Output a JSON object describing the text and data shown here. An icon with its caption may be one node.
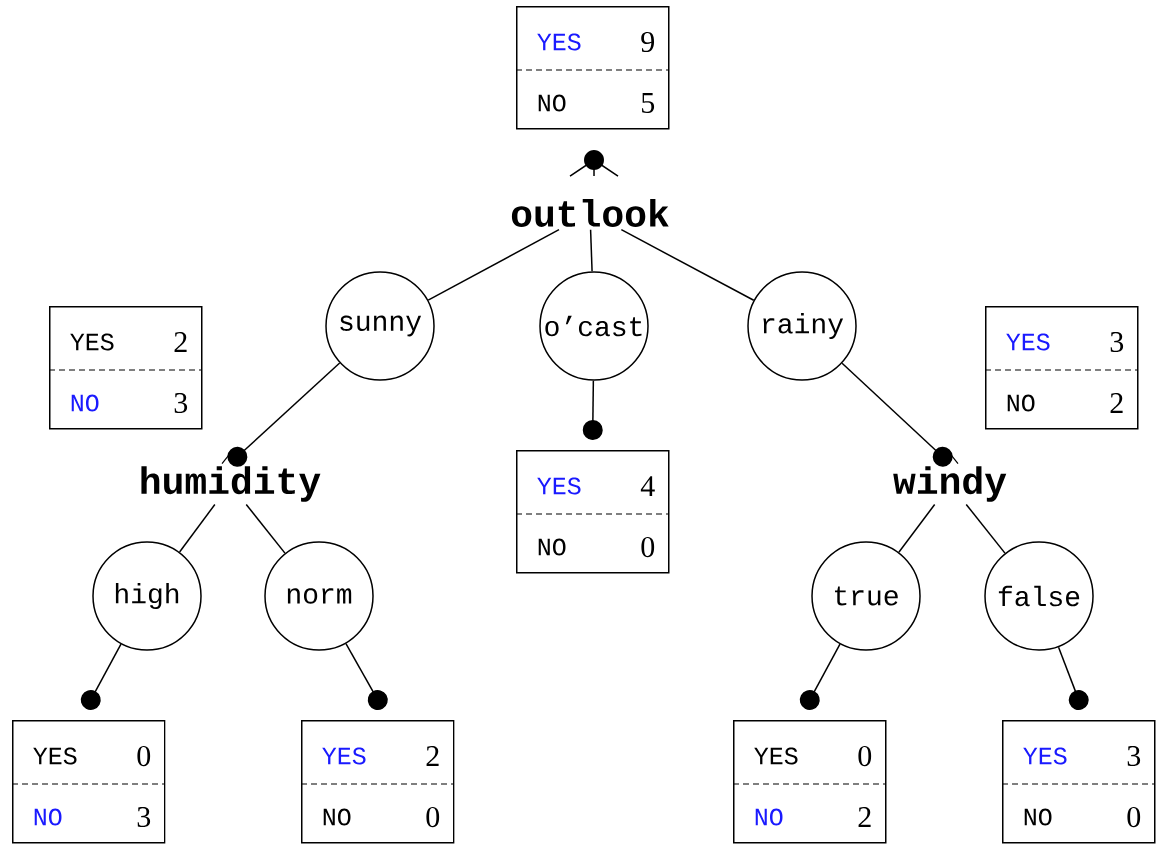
{
  "diagram": {
    "nodes": [
      {
        "text": [
          "YES",
          "9",
          "NO",
          "5"
        ]
      },
      {
        "text": [
          "outlook"
        ]
      },
      {
        "text": [
          "YES",
          "2",
          "NO",
          "3"
        ]
      },
      {
        "text": [
          "sunny"
        ]
      },
      {
        "text": [
          "o’cast"
        ]
      },
      {
        "text": [
          "rainy"
        ]
      },
      {
        "text": [
          "YES",
          "3",
          "NO",
          "2"
        ]
      },
      {
        "text": [
          "humidity"
        ]
      },
      {
        "text": [
          "YES",
          "4",
          "NO",
          "0"
        ]
      },
      {
        "text": [
          "windy"
        ]
      },
      {
        "text": [
          "high"
        ]
      },
      {
        "text": [
          "norm"
        ]
      },
      {
        "text": [
          "true"
        ]
      },
      {
        "text": [
          "false"
        ]
      },
      {
        "text": [
          "YES",
          "0",
          "NO",
          "3"
        ]
      },
      {
        "text": [
          "YES",
          "2",
          "NO",
          "0"
        ]
      },
      {
        "text": [
          "YES",
          "0",
          "NO",
          "2"
        ]
      },
      {
        "text": [
          "YES",
          "3",
          "NO",
          "0"
        ]
      }
    ],
    "edges": [
      {
        "from": 1,
        "to": 3,
        "arrow": "none"
      },
      {
        "from": 1,
        "to": 4,
        "arrow": "none"
      },
      {
        "from": 1,
        "to": 5,
        "arrow": "none"
      },
      {
        "from": 3,
        "to": 7,
        "arrow": "other"
      },
      {
        "from": 4,
        "to": 8,
        "arrow": "other"
      },
      {
        "from": 5,
        "to": 9,
        "arrow": "other"
      },
      {
        "from": 7,
        "to": 10,
        "arrow": "none"
      },
      {
        "from": 7,
        "to": 11,
        "arrow": "none"
      },
      {
        "from": 9,
        "to": 12,
        "arrow": "none"
      },
      {
        "from": 9,
        "to": 13,
        "arrow": "none"
      },
      {
        "from": 10,
        "to": 14,
        "arrow": "other"
      },
      {
        "from": 11,
        "to": 15,
        "arrow": "other"
      },
      {
        "from": 12,
        "to": 16,
        "arrow": "other"
      },
      {
        "from": 13,
        "to": 17,
        "arrow": "other"
      }
    ]
  }
}
